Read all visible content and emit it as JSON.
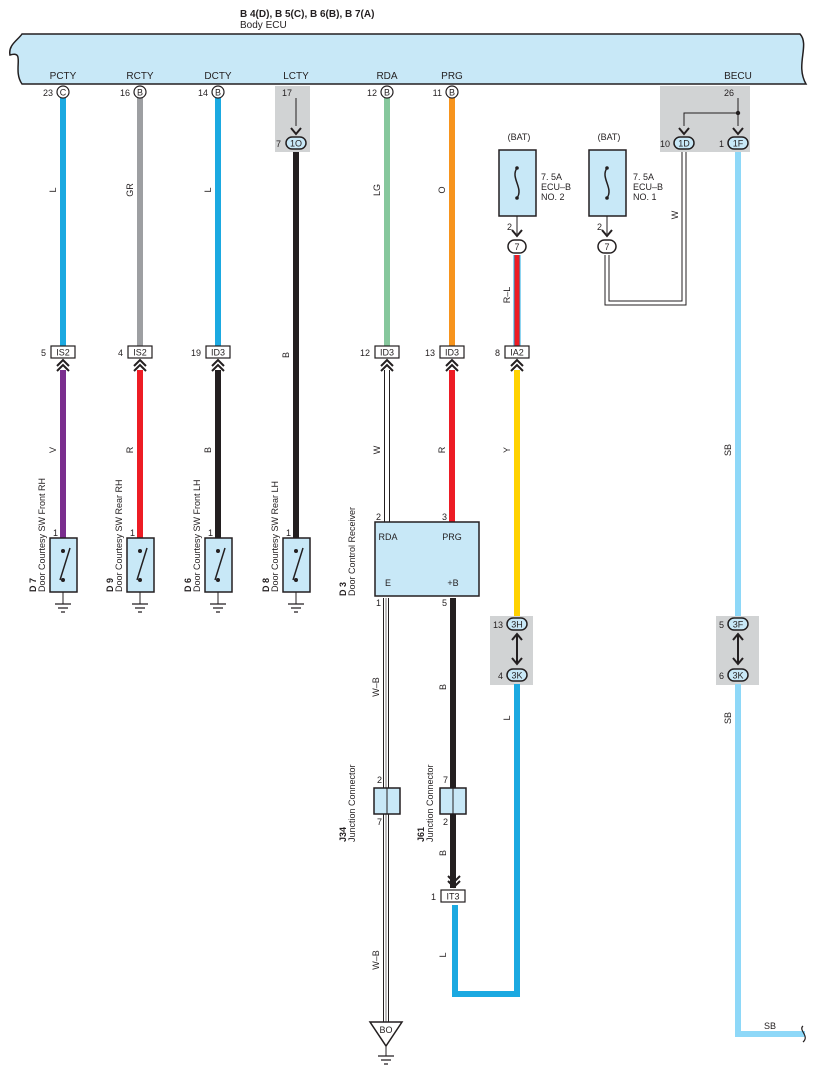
{
  "ecu": {
    "connectors": "B 4(D), B 5(C), B 6(B), B 7(A)",
    "name": "Body ECU"
  },
  "ecu_pins": [
    {
      "label": "PCTY",
      "pin": "23",
      "conn": "C"
    },
    {
      "label": "RCTY",
      "pin": "16",
      "conn": "B"
    },
    {
      "label": "DCTY",
      "pin": "14",
      "conn": "B"
    },
    {
      "label": "LCTY",
      "pin": "17",
      "conn": ""
    },
    {
      "label": "RDA",
      "pin": "12",
      "conn": "B"
    },
    {
      "label": "PRG",
      "pin": "11",
      "conn": "B"
    },
    {
      "label": "BECU",
      "pin": "26",
      "conn": ""
    }
  ],
  "wires": [
    {
      "id": "pcty_top",
      "code": "L",
      "color": "#1ba9e1"
    },
    {
      "id": "rcty_top",
      "code": "GR",
      "color": "#9d9fa2"
    },
    {
      "id": "dcty_top",
      "code": "L",
      "color": "#1ba9e1"
    },
    {
      "id": "lcty",
      "code": "B",
      "color": "#231f20"
    },
    {
      "id": "rda_top",
      "code": "LG",
      "color": "#86c79c"
    },
    {
      "id": "prg_top",
      "code": "O",
      "color": "#f7941d"
    },
    {
      "id": "fuse2_out",
      "code": "R–L",
      "color": "#ed1c24"
    },
    {
      "id": "fuse1_w",
      "code": "W",
      "color": "#ffffff"
    },
    {
      "id": "becu_top",
      "code": "SB",
      "color": "#8ed8f8"
    },
    {
      "id": "pcty_bot",
      "code": "V",
      "color": "#7a2e8e"
    },
    {
      "id": "rcty_bot",
      "code": "R",
      "color": "#ed1c24"
    },
    {
      "id": "dcty_bot",
      "code": "B",
      "color": "#231f20"
    },
    {
      "id": "rda_bot",
      "code": "W",
      "color": "#ffffff"
    },
    {
      "id": "prg_bot",
      "code": "R",
      "color": "#ed1c24"
    },
    {
      "id": "ia2_bot",
      "code": "Y",
      "color": "#ffd200"
    },
    {
      "id": "e_wire",
      "code": "W–B",
      "color": "#ffffff"
    },
    {
      "id": "b_wire",
      "code": "B",
      "color": "#231f20"
    },
    {
      "id": "j61_out",
      "code": "B",
      "color": "#231f20"
    },
    {
      "id": "l_bottom",
      "code": "L",
      "color": "#1ba9e1"
    },
    {
      "id": "l_3k",
      "code": "L",
      "color": "#1ba9e1"
    },
    {
      "id": "sb_3k",
      "code": "SB",
      "color": "#8ed8f8"
    },
    {
      "id": "sb_end",
      "code": "SB",
      "color": "#8ed8f8"
    },
    {
      "id": "e_bottom",
      "code": "W–B",
      "color": "#ffffff"
    }
  ],
  "fuses": [
    {
      "source": "(BAT)",
      "rating": "7. 5A",
      "name1": "ECU–B",
      "name2": "NO. 2",
      "pin": "2",
      "conn": "7"
    },
    {
      "source": "(BAT)",
      "rating": "7. 5A",
      "name1": "ECU–B",
      "name2": "NO. 1",
      "pin": "2",
      "conn": "7"
    }
  ],
  "connectors": [
    {
      "pin": "7",
      "name": "1O"
    },
    {
      "pin": "10",
      "name": "1D"
    },
    {
      "pin": "1",
      "name": "1F"
    },
    {
      "pin": "5",
      "name": "IS2"
    },
    {
      "pin": "4",
      "name": "IS2"
    },
    {
      "pin": "19",
      "name": "ID3"
    },
    {
      "pin": "12",
      "name": "ID3"
    },
    {
      "pin": "13",
      "name": "ID3"
    },
    {
      "pin": "8",
      "name": "IA2"
    },
    {
      "pin": "13",
      "name": "3H"
    },
    {
      "pin": "4",
      "name": "3K"
    },
    {
      "pin": "5",
      "name": "3F"
    },
    {
      "pin": "6",
      "name": "3K"
    },
    {
      "pin": "1",
      "name": "IT3"
    }
  ],
  "switches": [
    {
      "code": "D 7",
      "name": "Door Courtesy SW Front RH",
      "pin": "1"
    },
    {
      "code": "D 9",
      "name": "Door Courtesy SW Rear RH",
      "pin": "1"
    },
    {
      "code": "D 6",
      "name": "Door Courtesy SW Front LH",
      "pin": "1"
    },
    {
      "code": "D 8",
      "name": "Door Courtesy SW Rear LH",
      "pin": "1"
    }
  ],
  "receiver": {
    "code": "D 3",
    "name": "Door Control Receiver",
    "rda": "RDA",
    "prg": "PRG",
    "e": "E",
    "b": "+B",
    "pin_rda": "2",
    "pin_prg": "3",
    "pin_e": "1",
    "pin_b": "5"
  },
  "junctions": [
    {
      "code": "J34",
      "name": "Junction Connector",
      "pin_in": "2",
      "pin_out": "7"
    },
    {
      "code": "J61",
      "name": "Junction Connector",
      "pin_in": "7",
      "pin_out": "2"
    }
  ],
  "ground": {
    "code": "BO"
  }
}
